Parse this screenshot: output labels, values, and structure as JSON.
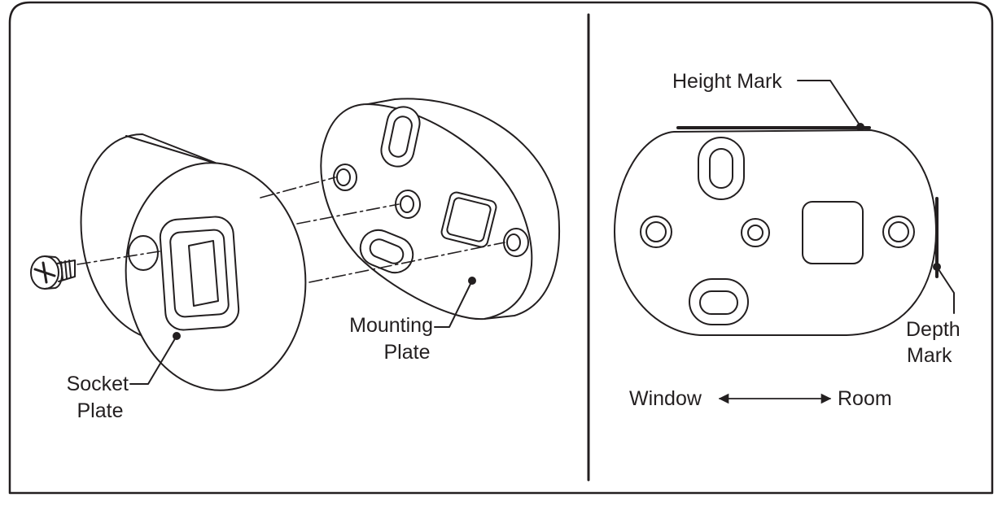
{
  "colors": {
    "ink": "#231f20",
    "background": "#ffffff",
    "plate_fill": "#ffffff"
  },
  "left_panel": {
    "socket_plate": {
      "line1": "Socket",
      "line2": "Plate"
    },
    "mounting_plate": {
      "line1": "Mounting",
      "line2": "Plate"
    }
  },
  "right_panel": {
    "height_mark": "Height Mark",
    "depth_mark": {
      "line1": "Depth",
      "line2": "Mark"
    },
    "direction": {
      "left": "Window",
      "right": "Room",
      "icon": "double-arrow-icon"
    }
  }
}
